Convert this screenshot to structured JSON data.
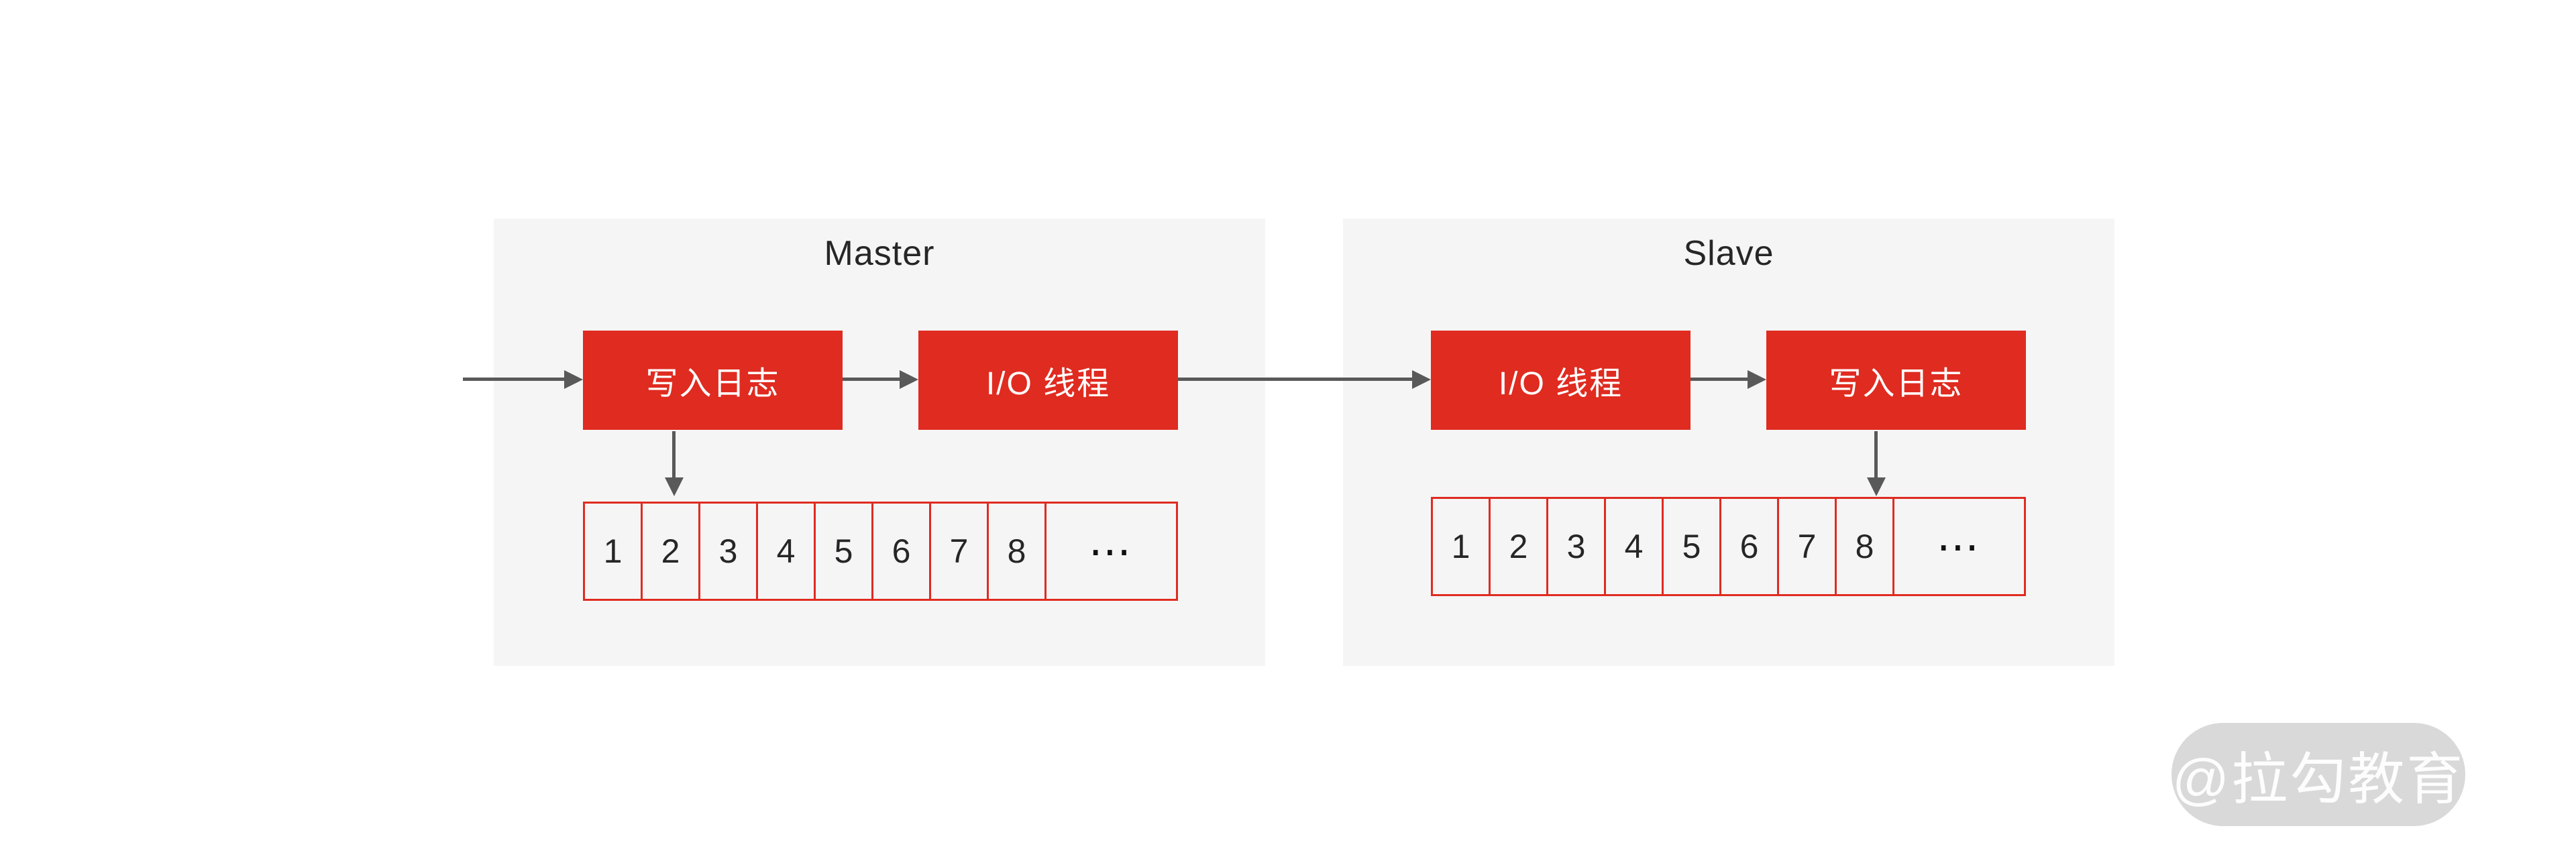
{
  "colors": {
    "accent_red": "#E02B20",
    "panel_bg": "#F5F5F6",
    "arrow_gray": "#595959",
    "text_dark": "#262626",
    "box_text": "#FFFFFF",
    "watermark_bg": "#D9D9D9",
    "watermark_text": "#FFFFFF"
  },
  "master": {
    "title": "Master",
    "box1": "写入日志",
    "box2": "I/O 线程",
    "cells": [
      "1",
      "2",
      "3",
      "4",
      "5",
      "6",
      "7",
      "8",
      "⋯"
    ]
  },
  "slave": {
    "title": "Slave",
    "box1": "I/O 线程",
    "box2": "写入日志",
    "cells": [
      "1",
      "2",
      "3",
      "4",
      "5",
      "6",
      "7",
      "8",
      "⋯"
    ]
  },
  "watermark": {
    "label": "@拉勾教育"
  }
}
